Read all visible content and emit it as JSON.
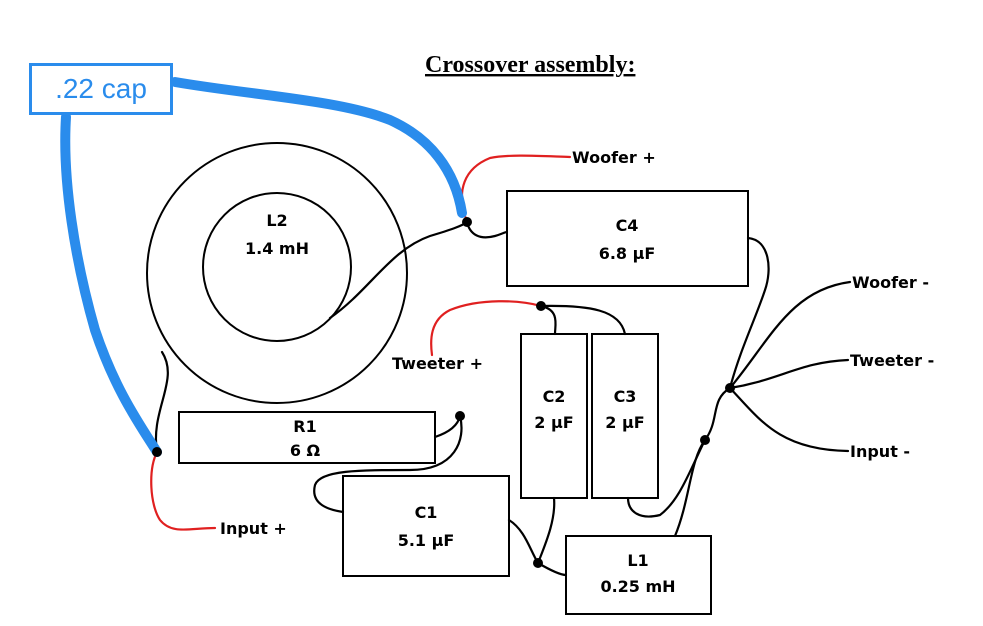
{
  "title": "Crossover assembly:",
  "annotation": ".22 cap",
  "components": {
    "L2": {
      "name": "L2",
      "value": "1.4 mH"
    },
    "C4": {
      "name": "C4",
      "value": "6.8 µF"
    },
    "C2": {
      "name": "C2",
      "value": "2 µF"
    },
    "C3": {
      "name": "C3",
      "value": "2 µF"
    },
    "R1": {
      "name": "R1",
      "value": "6 Ω"
    },
    "C1": {
      "name": "C1",
      "value": "5.1 µF"
    },
    "L1": {
      "name": "L1",
      "value": "0.25 mH"
    }
  },
  "terminals": {
    "woofer_pos": "Woofer +",
    "woofer_neg": "Woofer -",
    "tweeter_pos": "Tweeter +",
    "tweeter_neg": "Tweeter -",
    "input_pos": "Input +",
    "input_neg": "Input -"
  },
  "colors": {
    "positive_wire": "#e02020",
    "annotation": "#2a8cec",
    "wire": "#000000"
  }
}
